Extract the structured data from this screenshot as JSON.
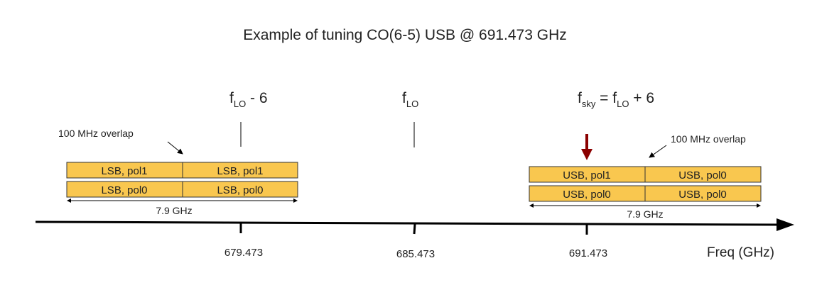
{
  "title": "Example of tuning CO(6-5) USB @ 691.473 GHz",
  "labels": {
    "flo_minus6": {
      "main": "f",
      "sub": "LO",
      "rest": " - 6"
    },
    "flo": {
      "main": "f",
      "sub": "LO"
    },
    "fsky": {
      "main": "f",
      "sub": "sky",
      "eq": " = f",
      "sub2": "LO",
      "rest": " + 6"
    }
  },
  "overlap_text": "100 MHz overlap",
  "bandwidth_text": "7.9 GHz",
  "lsb": {
    "row1": [
      "LSB, pol1",
      "LSB, pol1"
    ],
    "row2": [
      "LSB, pol0",
      "LSB, pol0"
    ]
  },
  "usb": {
    "row1": [
      "USB, pol1",
      "USB, pol0"
    ],
    "row2": [
      "USB, pol0",
      "USB, pol0"
    ]
  },
  "ticks": [
    "679.473",
    "685.473",
    "691.473"
  ],
  "axis_label": "Freq (GHz)",
  "colors": {
    "box_fill": "#f9c74f",
    "arrow": "#8b0000",
    "line": "#000000"
  }
}
